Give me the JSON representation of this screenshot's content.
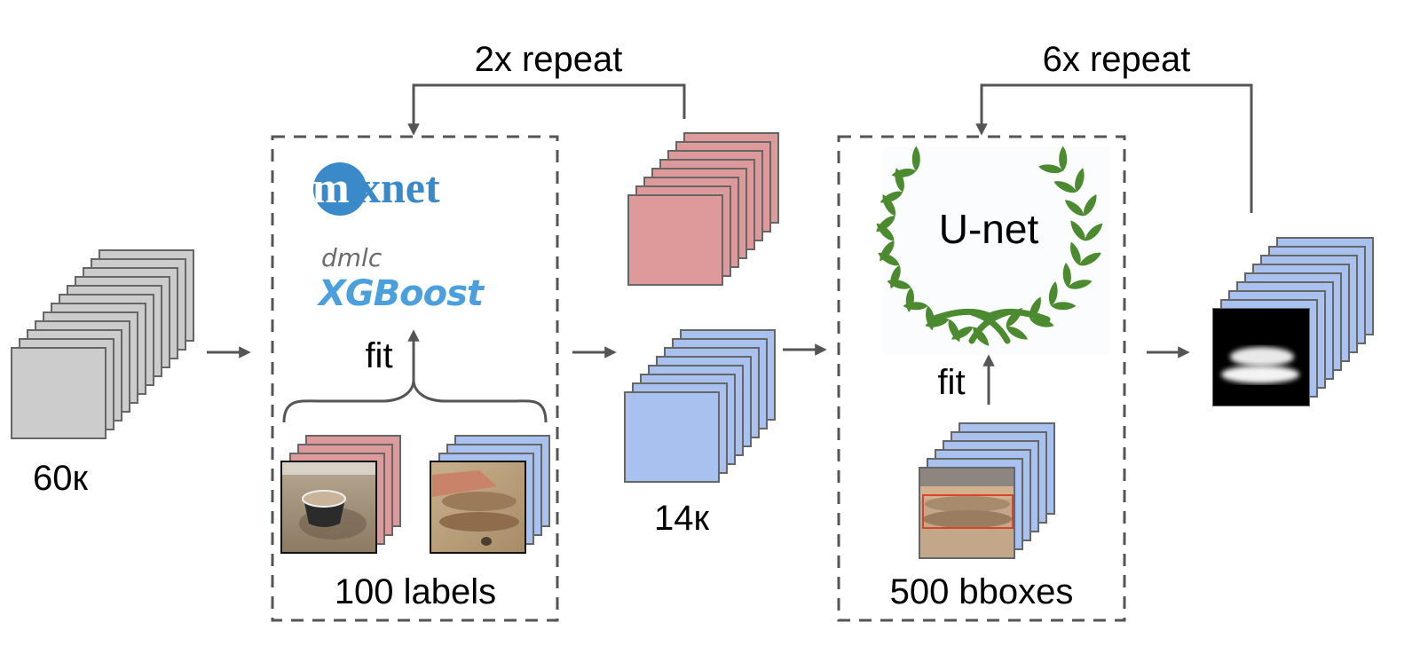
{
  "diagram": {
    "title": "Labeling pipeline with iterative model training",
    "colors": {
      "gray_stack": "#cccccc",
      "red_stack": "#de9a9a",
      "blue_stack": "#a9c1ef",
      "stroke": "#666666",
      "arrow": "#555555",
      "mxnet_blue": "#3a89c9",
      "xgboost_blue": "#4a9fdc",
      "dmlc_gray": "#6b6b6b",
      "laurel_green": "#4b8a2e",
      "bbox_red": "#d9452b"
    },
    "input": {
      "count_label": "60к"
    },
    "stage1": {
      "loop_label": "2x repeat",
      "models": {
        "mxnet": "mxnet",
        "dmlc": "dmlc",
        "xgboost": "XGBoost"
      },
      "fit_label": "fit",
      "samples_label": "100 labels"
    },
    "intermediate": {
      "count_label": "14к"
    },
    "stage2": {
      "loop_label": "6x repeat",
      "model_label": "U-net",
      "fit_label": "fit",
      "samples_label": "500 bboxes"
    },
    "output": {
      "description": "segmentation masks"
    }
  }
}
